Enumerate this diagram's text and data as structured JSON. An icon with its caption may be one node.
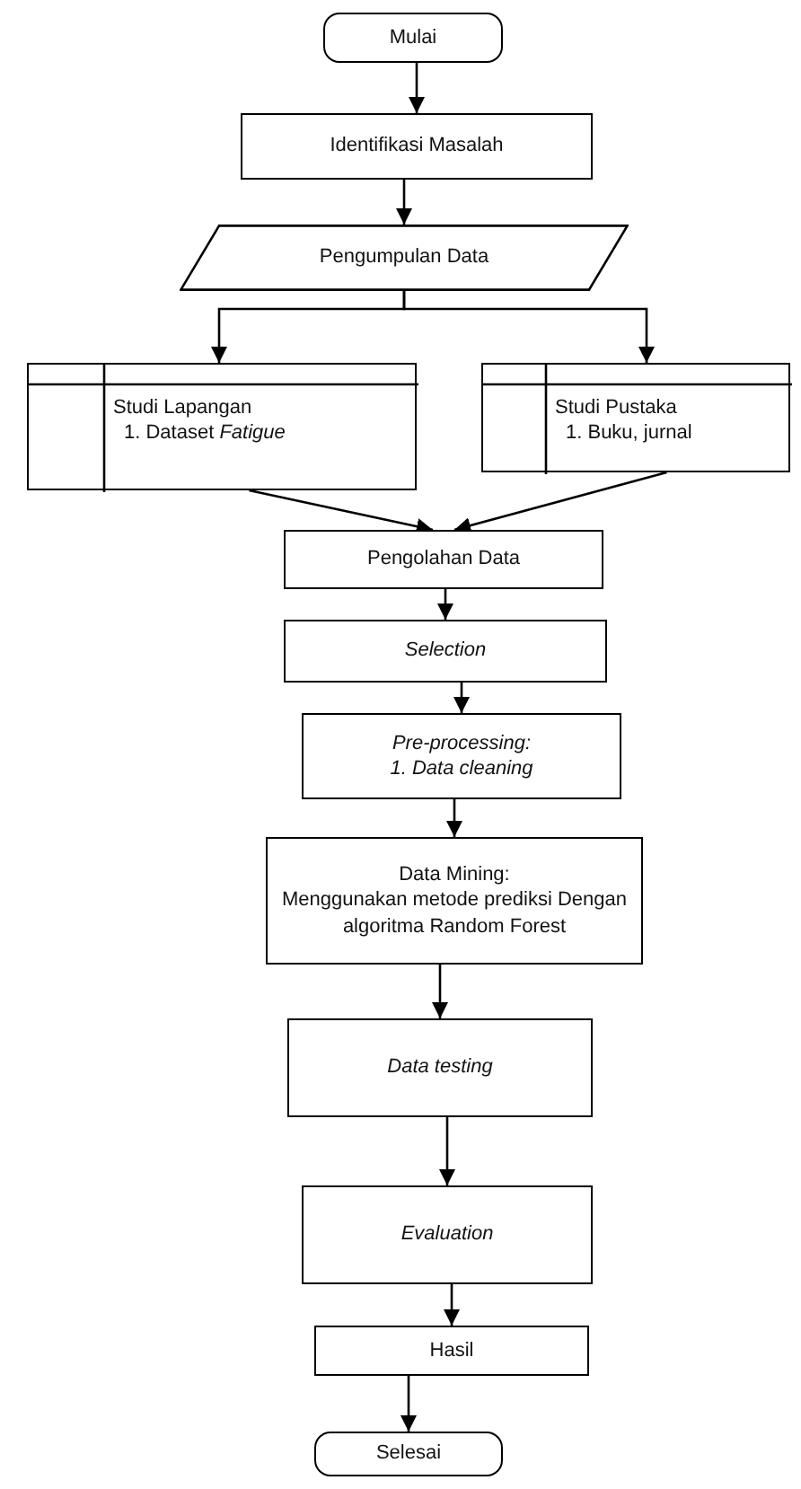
{
  "diagram": {
    "nodes": [
      {
        "text": [
          "Mulai"
        ]
      },
      {
        "text": [
          "Identifikasi Masalah"
        ]
      },
      {
        "text": [
          "Pengumpulan Data"
        ]
      },
      {
        "text": [
          "Studi Lapangan",
          "1. Dataset *Fatigue*"
        ]
      },
      {
        "text": [
          "Studi Pustaka",
          "1. Buku, jurnal"
        ]
      },
      {
        "text": [
          "Pengolahan Data"
        ]
      },
      {
        "text": [
          "Selection"
        ]
      },
      {
        "text": [
          "Pre-processing:",
          "1. Data cleaning"
        ]
      },
      {
        "text": [
          "Data Mining:",
          "Menggunakan metode prediksi Dengan algoritma Random Forest"
        ]
      },
      {
        "text": [
          "Data testing"
        ]
      },
      {
        "text": [
          "Evaluation"
        ]
      },
      {
        "text": [
          "Hasil"
        ]
      },
      {
        "text": [
          "Selesai"
        ]
      }
    ],
    "edges": [
      {
        "from": 0,
        "to": 1,
        "arrow": "to"
      },
      {
        "from": 1,
        "to": 2,
        "arrow": "to"
      },
      {
        "from": 2,
        "to": 3,
        "arrow": "to"
      },
      {
        "from": 2,
        "to": 4,
        "arrow": "to"
      },
      {
        "from": 3,
        "to": 5,
        "arrow": "to"
      },
      {
        "from": 4,
        "to": 5,
        "arrow": "to"
      },
      {
        "from": 5,
        "to": 6,
        "arrow": "to"
      },
      {
        "from": 6,
        "to": 7,
        "arrow": "to"
      },
      {
        "from": 7,
        "to": 8,
        "arrow": "to"
      },
      {
        "from": 8,
        "to": 9,
        "arrow": "to"
      },
      {
        "from": 9,
        "to": 10,
        "arrow": "to"
      },
      {
        "from": 10,
        "to": 11,
        "arrow": "to"
      },
      {
        "from": 11,
        "to": 12,
        "arrow": "to"
      }
    ]
  }
}
